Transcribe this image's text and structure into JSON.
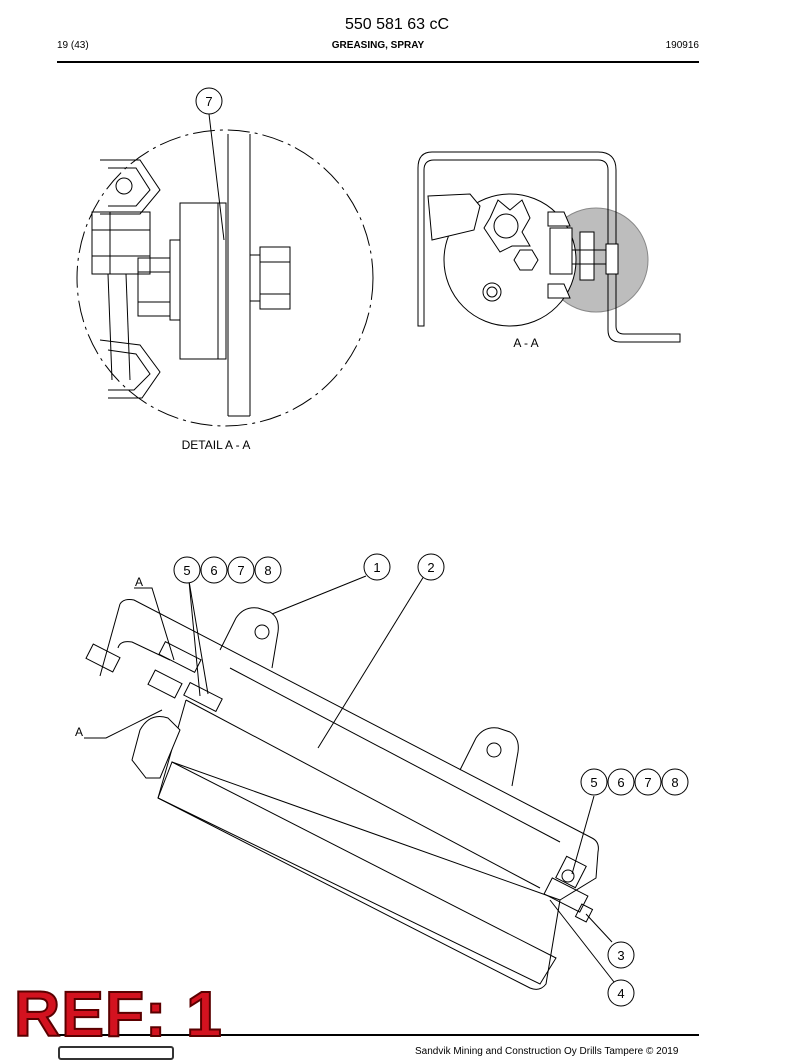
{
  "header": {
    "doc_number": "550 581 63 cC",
    "page": "19 (43)",
    "title": "GREASING, SPRAY",
    "date": "190916"
  },
  "drawing": {
    "detail_label": "DETAIL A - A",
    "section_label": "A - A",
    "section_marker": "A",
    "callouts": {
      "c1": "1",
      "c2": "2",
      "c3": "3",
      "c4": "4",
      "c5": "5",
      "c6": "6",
      "c7": "7",
      "c8": "8"
    }
  },
  "footer": {
    "copyright": "Sandvik Mining and Construction Oy Drills Tampere © 2019",
    "stamp": "REF: 1"
  },
  "colors": {
    "stamp": "#d3121f",
    "section_shade": "#bdbdbd"
  }
}
